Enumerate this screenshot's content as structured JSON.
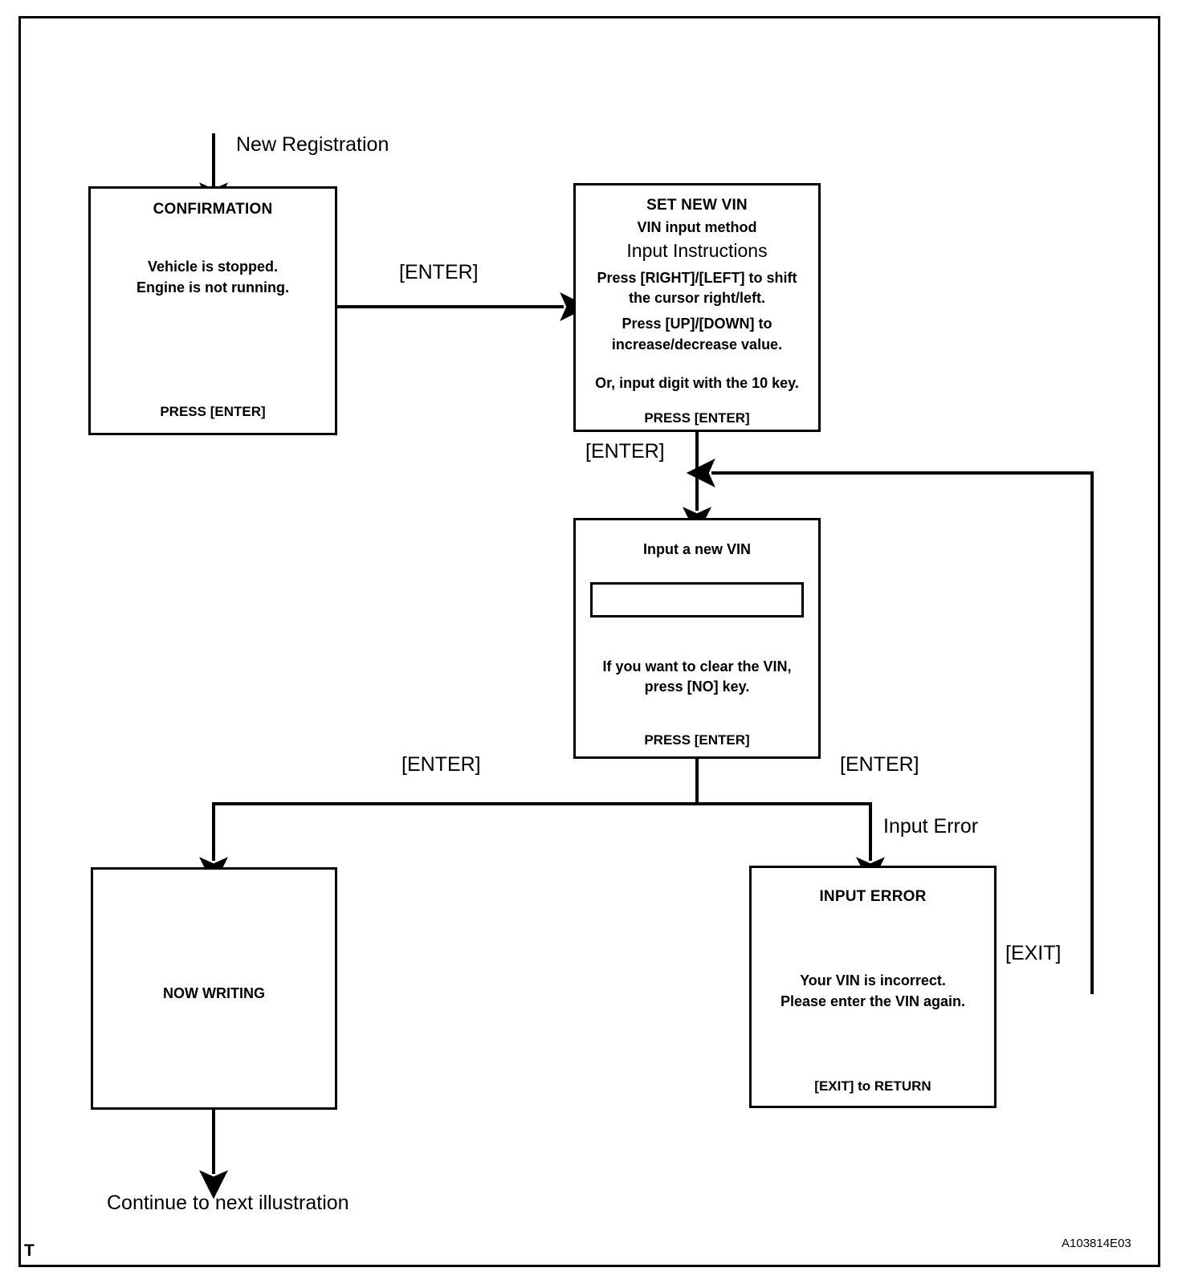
{
  "diagram": {
    "id_code": "A103814E03",
    "corner_mark": "T",
    "entry_label": "New Registration",
    "exit_label": "Continue to next illustration"
  },
  "boxes": {
    "confirmation": {
      "title": "CONFIRMATION",
      "body_line1": "Vehicle is stopped.",
      "body_line2": "Engine is not running.",
      "footer": "PRESS [ENTER]"
    },
    "set_new_vin": {
      "title": "SET NEW VIN",
      "subtitle": "VIN input method",
      "heading": "Input Instructions",
      "line1": "Press [RIGHT]/[LEFT] to shift",
      "line2": "the cursor right/left.",
      "line3": "Press [UP]/[DOWN]  to",
      "line4": "increase/decrease value.",
      "line5": "Or, input digit with the 10 key.",
      "footer": "PRESS [ENTER]"
    },
    "input_new_vin": {
      "title": "Input a new VIN",
      "field_value": "",
      "hint_line1": "If you want to clear the VIN,",
      "hint_line2": "press [NO] key.",
      "footer": "PRESS [ENTER]"
    },
    "now_writing": {
      "label": "NOW WRITING"
    },
    "input_error": {
      "title": "INPUT  ERROR",
      "body_line1": "Your VIN is incorrect.",
      "body_line2": "Please enter the VIN again.",
      "footer": "[EXIT] to RETURN"
    }
  },
  "edges": {
    "confirmation_to_setvin": "[ENTER]",
    "setvin_to_inputvin": "[ENTER]",
    "inputvin_to_nowwriting": "[ENTER]",
    "inputvin_to_error": "[ENTER]",
    "error_branch": "Input Error",
    "error_to_inputvin": "[EXIT]"
  },
  "colors": {
    "line": "#000000",
    "background": "#ffffff"
  }
}
